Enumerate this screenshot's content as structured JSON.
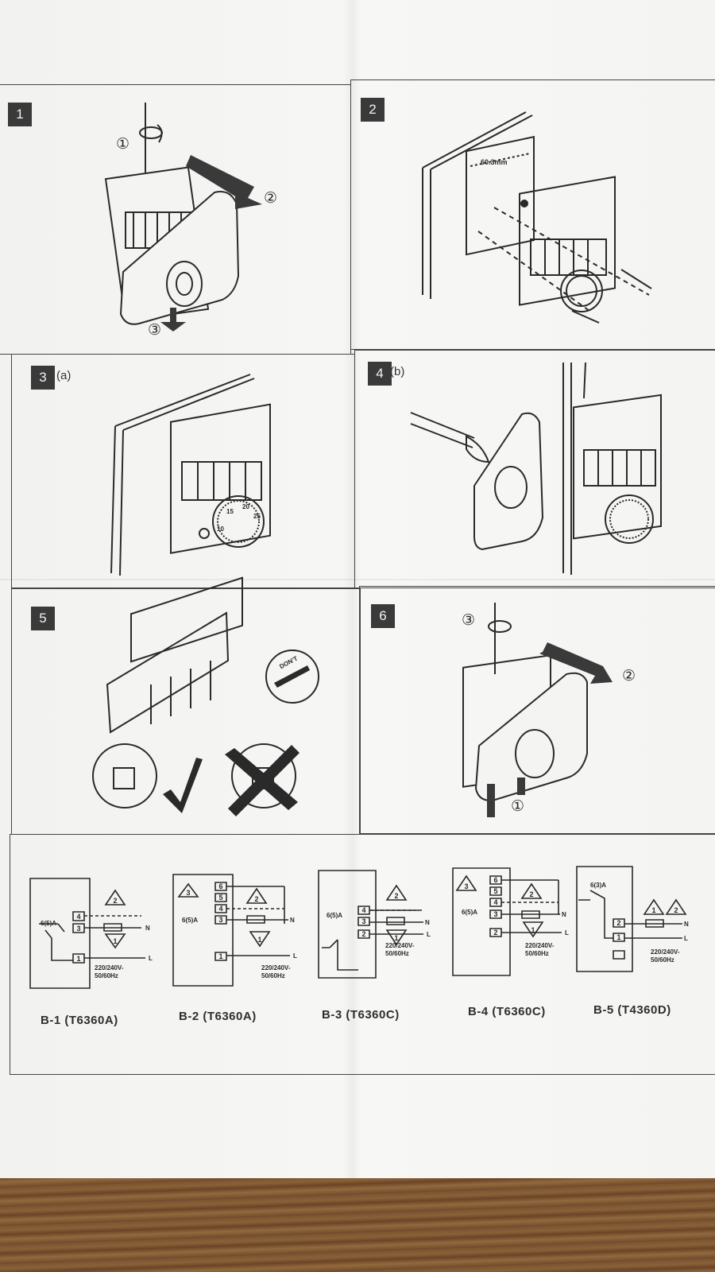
{
  "panels": [
    {
      "number": "1",
      "sub": ""
    },
    {
      "number": "2",
      "sub": ""
    },
    {
      "number": "3",
      "sub": "(a)"
    },
    {
      "number": "4",
      "sub": "(b)"
    },
    {
      "number": "5",
      "sub": ""
    },
    {
      "number": "6",
      "sub": ""
    }
  ],
  "callouts": {
    "p1": [
      "①",
      "②",
      "③"
    ],
    "p6": [
      "③",
      "②",
      "①"
    ]
  },
  "p2_dimension": "60.3mm",
  "dial_marks": [
    "10",
    "15",
    "20",
    "25"
  ],
  "p5_icon_text": "DON'T",
  "wiring": {
    "terminals": [
      "4",
      "3",
      "1",
      "5",
      "6",
      "2"
    ],
    "rating": "6(5)A",
    "rating_b5": "6(3)A",
    "neutral": "N",
    "line": "L",
    "supply_line1": "220/240V-",
    "supply_line2": "50/60Hz",
    "warn_numbers": [
      "1",
      "2",
      "3"
    ],
    "diagrams": [
      {
        "label": "B-1 (T6360A)"
      },
      {
        "label": "B-2 (T6360A)"
      },
      {
        "label": "B-3 (T6360C)"
      },
      {
        "label": "B-4 (T6360C)"
      },
      {
        "label": "B-5 (T4360D)"
      }
    ]
  },
  "colors": {
    "ink": "#2a2a2a",
    "paper": "#f4f4f2",
    "wood": "#7a5430"
  }
}
